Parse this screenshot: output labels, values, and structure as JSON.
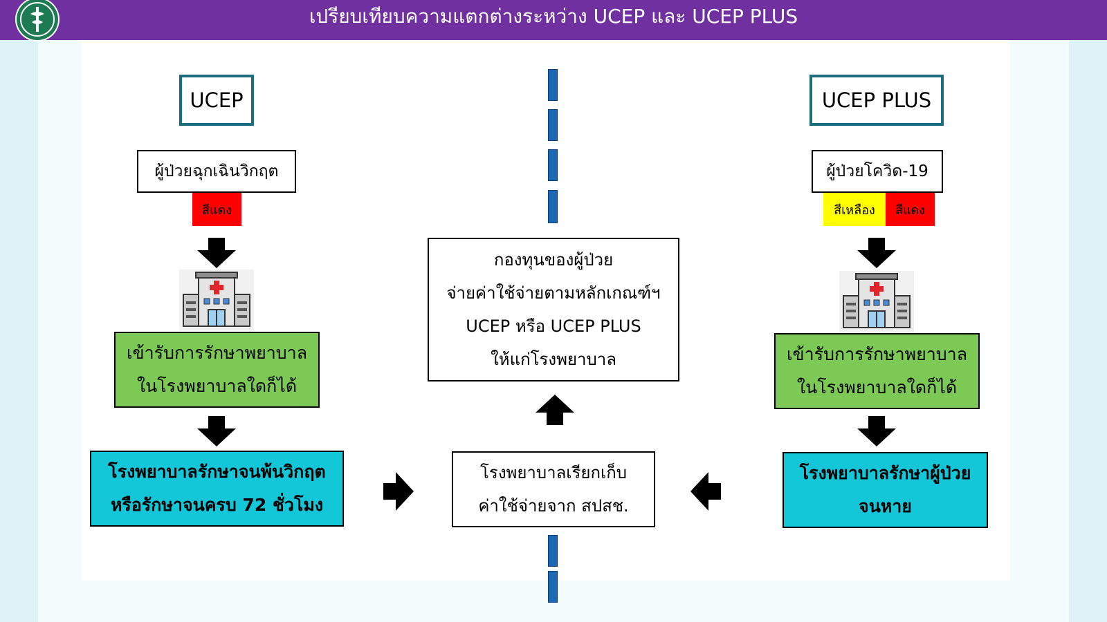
{
  "header": {
    "title": "เปรียบเทียบความแตกต่างระหว่าง UCEP และ UCEP PLUS"
  },
  "icons": {
    "logo": "ministry-of-public-health-seal",
    "hospital": "hospital-building-icon",
    "arrow": "bold-black-arrow-icon"
  },
  "colors": {
    "header": "#7030a0",
    "red": "#ff0000",
    "yellow": "#ffff00",
    "green": "#7dc956",
    "cyan": "#13c6d8",
    "dash": "#1c68b4"
  },
  "left": {
    "label": "UCEP",
    "patient": "ผู้ป่วยฉุกเฉินวิกฤต",
    "chip_red": "สีแดง",
    "treatment": [
      "เข้ารับการรักษาพยาบาล",
      "ในโรงพยาบาลใดก็ได้"
    ],
    "outcome": [
      "โรงพยาบาลรักษาจนพ้นวิกฤต",
      "หรือรักษาจนครบ 72 ชั่วโมง"
    ]
  },
  "right": {
    "label": "UCEP PLUS",
    "patient": "ผู้ป่วยโควิด-19",
    "chip_yellow": "สีเหลือง",
    "chip_red": "สีแดง",
    "treatment": [
      "เข้ารับการรักษาพยาบาล",
      "ในโรงพยาบาลใดก็ได้"
    ],
    "outcome": [
      "โรงพยาบาลรักษาผู้ป่วย",
      "จนหาย"
    ]
  },
  "center": {
    "fund": [
      "กองทุนของผู้ป่วย",
      "จ่ายค่าใช้จ่ายตามหลักเกณฑ์ฯ",
      "UCEP หรือ UCEP PLUS",
      "ให้แก่โรงพยาบาล"
    ],
    "claim": [
      "โรงพยาบาลเรียกเก็บ",
      "ค่าใช้จ่ายจาก สปสช."
    ]
  }
}
